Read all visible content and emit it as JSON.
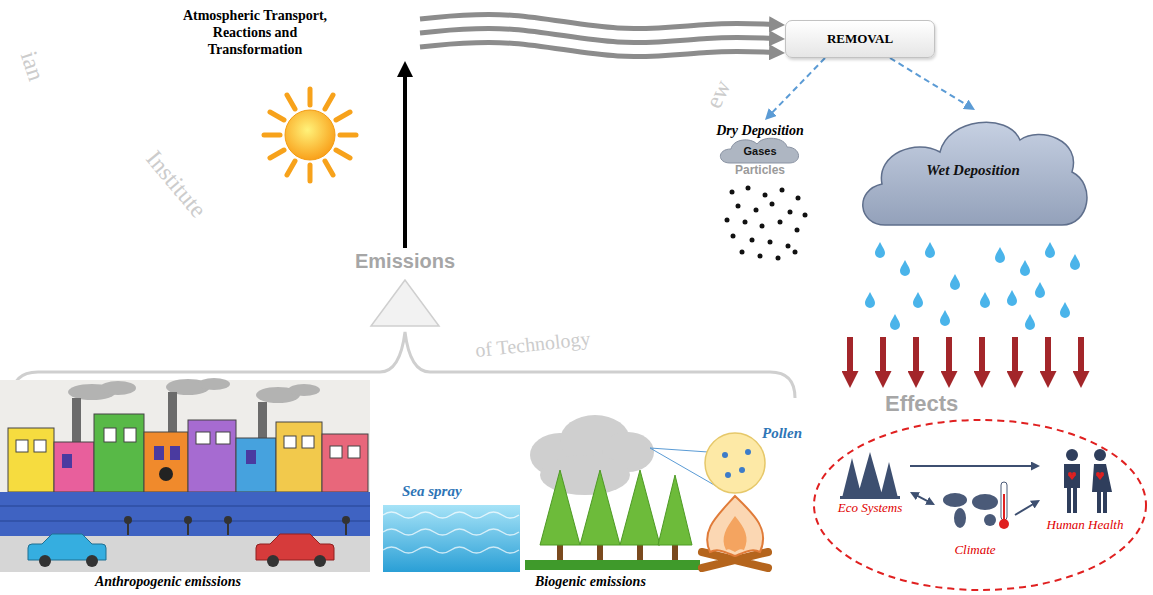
{
  "diagram": {
    "nodes": [
      {
        "text": [
          "Atmospheric Transport, Reactions and Transformation"
        ]
      },
      {
        "text": [
          "REMOVAL"
        ]
      },
      {
        "text": [
          "Dry Deposition",
          "Gases",
          "Particles"
        ]
      },
      {
        "text": [
          "Wet Deposition"
        ]
      },
      {
        "text": [
          "Emissions"
        ]
      },
      {
        "text": [
          "Effects"
        ]
      },
      {
        "text": [
          "Eco Systems"
        ],
        "in": 5
      },
      {
        "text": [
          "Climate"
        ],
        "in": 5
      },
      {
        "text": [
          "Human Health"
        ],
        "in": 5
      }
    ],
    "edges": [
      {
        "from": 4,
        "to": 0,
        "arrow": "to"
      },
      {
        "from": 0,
        "to": 1,
        "arrow": "to"
      },
      {
        "from": 1,
        "to": 2,
        "arrow": "to"
      },
      {
        "from": 1,
        "to": 3,
        "arrow": "to"
      },
      {
        "from": 3,
        "to": 5,
        "arrow": "to"
      },
      {
        "from": 6,
        "to": 8,
        "arrow": "to"
      },
      {
        "from": 6,
        "to": 7,
        "arrow": "both"
      },
      {
        "from": 7,
        "to": 8,
        "arrow": "to"
      }
    ],
    "labels": [
      "ian",
      "Institute",
      "of Technology",
      "ew",
      "Pollen",
      "Sea spray",
      "Anthropogenic emissions",
      "Biogenic emissions"
    ]
  }
}
